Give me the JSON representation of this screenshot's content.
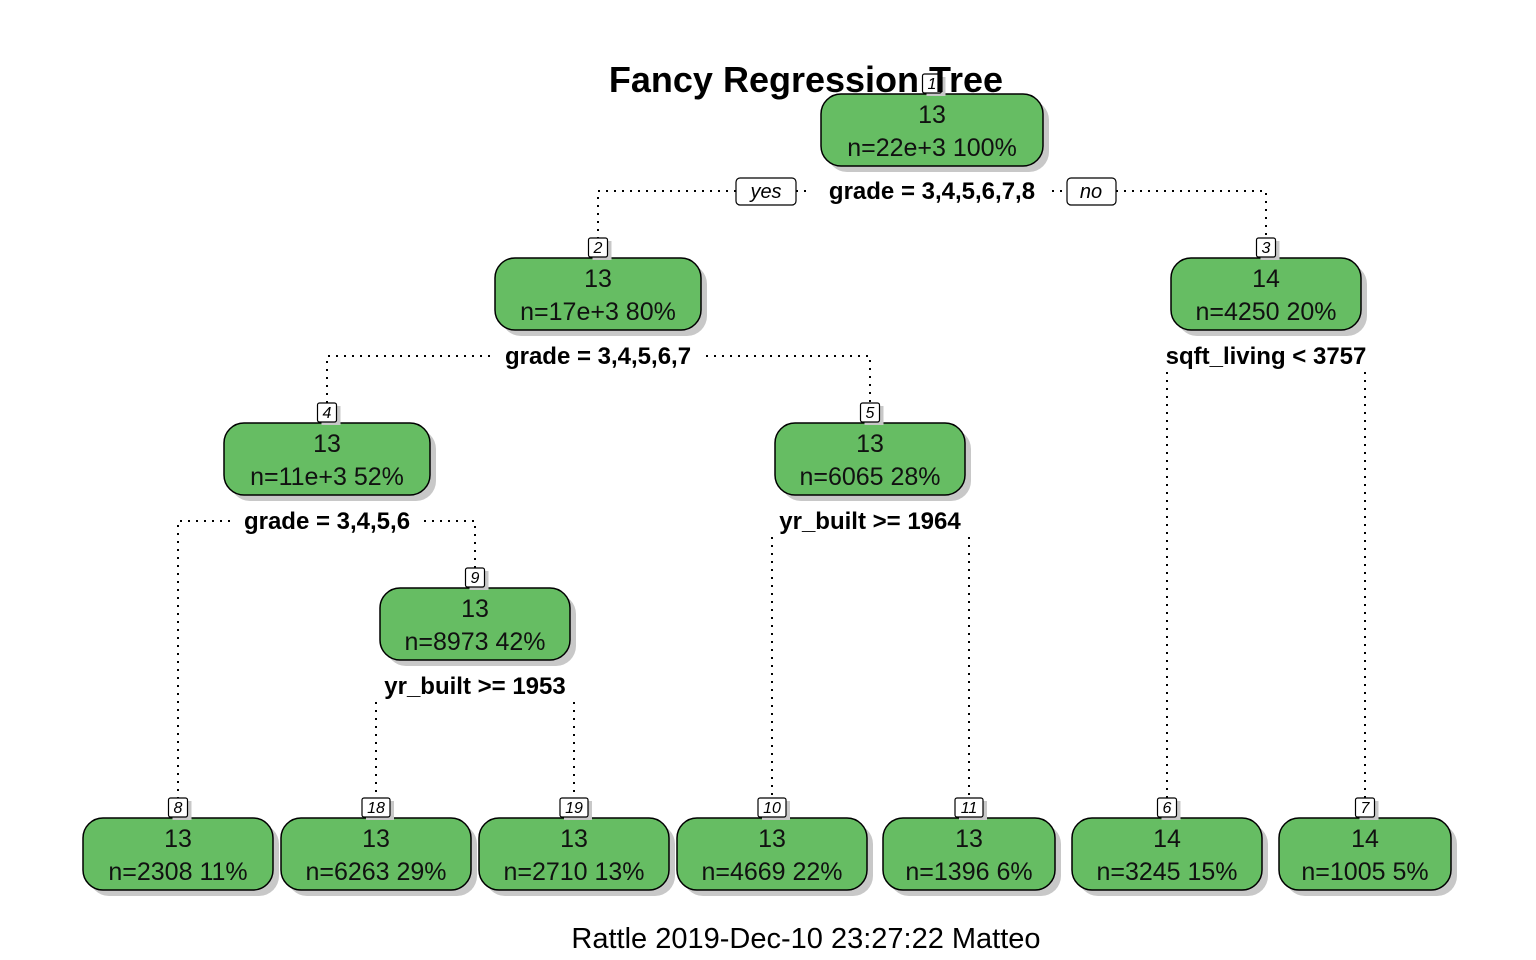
{
  "title": "Fancy Regression Tree",
  "footer": "Rattle 2019-Dec-10 23:27:22 Matteo",
  "labels": {
    "yes": "yes",
    "no": "no"
  },
  "colors": {
    "node_fill": "#66bd63",
    "shadow": "#c8c8c8"
  },
  "nodes": [
    {
      "id": "1",
      "value": "13",
      "stats": "n=22e+3  100%",
      "split": "grade = 3,4,5,6,7,8"
    },
    {
      "id": "2",
      "value": "13",
      "stats": "n=17e+3  80%",
      "split": "grade = 3,4,5,6,7"
    },
    {
      "id": "3",
      "value": "14",
      "stats": "n=4250  20%",
      "split": "sqft_living < 3757"
    },
    {
      "id": "4",
      "value": "13",
      "stats": "n=11e+3  52%",
      "split": "grade = 3,4,5,6"
    },
    {
      "id": "5",
      "value": "13",
      "stats": "n=6065  28%",
      "split": "yr_built >= 1964"
    },
    {
      "id": "9",
      "value": "13",
      "stats": "n=8973  42%",
      "split": "yr_built >= 1953"
    },
    {
      "id": "8",
      "value": "13",
      "stats": "n=2308  11%"
    },
    {
      "id": "18",
      "value": "13",
      "stats": "n=6263  29%"
    },
    {
      "id": "19",
      "value": "13",
      "stats": "n=2710  13%"
    },
    {
      "id": "10",
      "value": "13",
      "stats": "n=4669  22%"
    },
    {
      "id": "11",
      "value": "13",
      "stats": "n=1396  6%"
    },
    {
      "id": "6",
      "value": "14",
      "stats": "n=3245  15%"
    },
    {
      "id": "7",
      "value": "14",
      "stats": "n=1005  5%"
    }
  ]
}
